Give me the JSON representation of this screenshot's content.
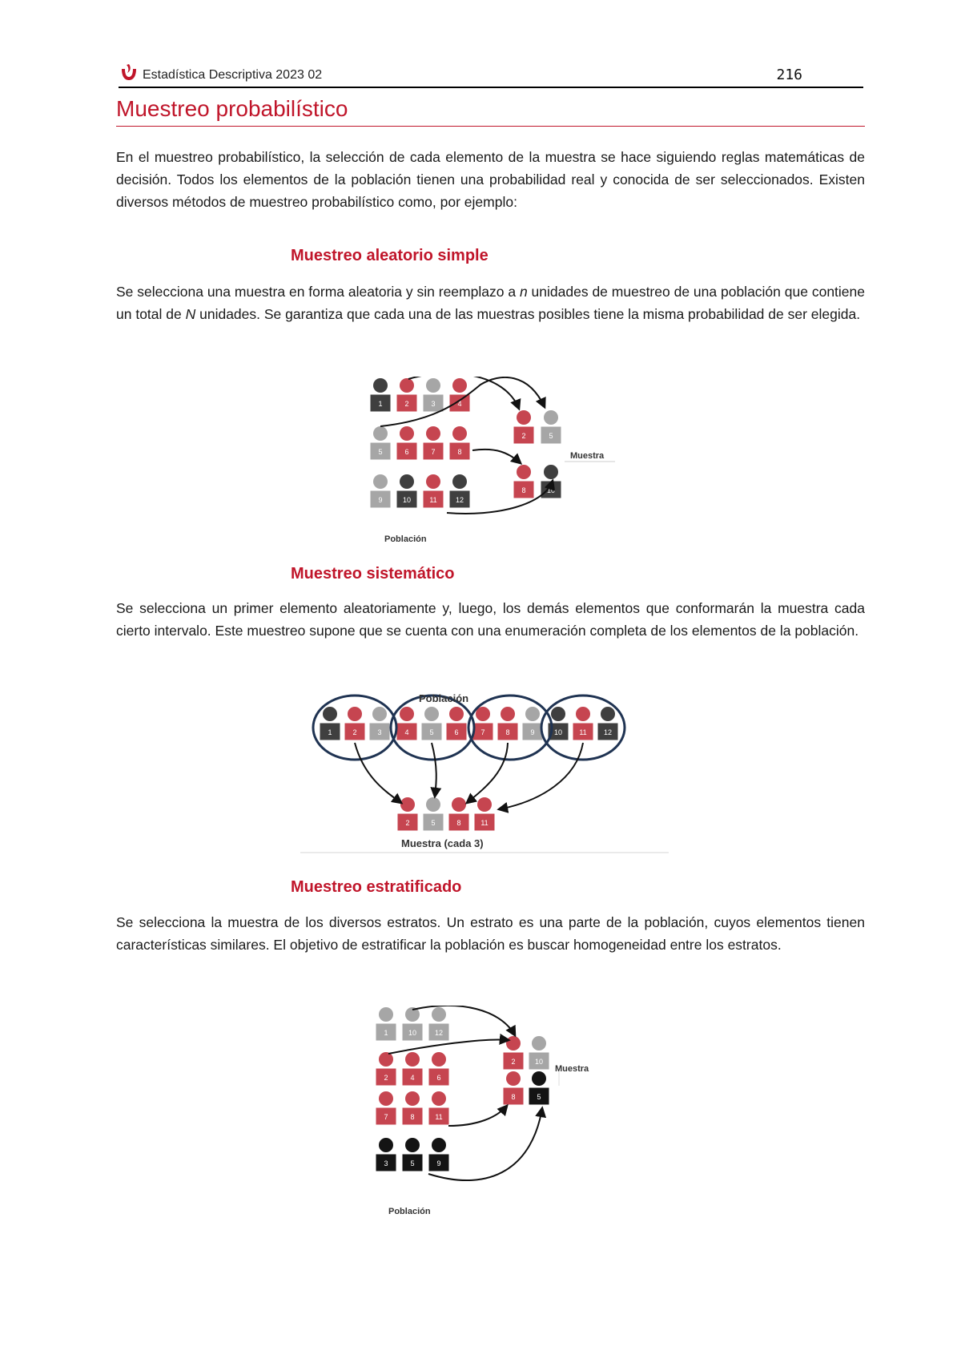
{
  "header": {
    "course": "Estadística Descriptiva 2023 02",
    "page_number": "216",
    "brand_color": "#c0152a"
  },
  "title": "Muestreo probabilístico",
  "intro": "En el muestreo probabilístico, la selección de cada elemento de la muestra se hace siguiendo reglas matemáticas de decisión. Todos los elementos de la población tienen una probabilidad real y conocida de ser seleccionados. Existen diversos métodos de muestreo probabilístico como, por ejemplo:",
  "sections": [
    {
      "heading": "Muestreo aleatorio simple",
      "text_parts": [
        "Se selecciona una muestra en forma aleatoria y sin reemplazo a ",
        "n",
        " unidades de muestreo de una población que contiene un total de ",
        "N",
        " unidades. Se garantiza que cada una de las muestras posibles tiene la misma probabilidad de ser elegida."
      ],
      "figure": {
        "population_label": "Población",
        "sample_label": "Muestra",
        "population": [
          [
            {
              "n": "1",
              "c": "dark"
            },
            {
              "n": "2",
              "c": "red"
            },
            {
              "n": "3",
              "c": "gray"
            },
            {
              "n": "4",
              "c": "red"
            }
          ],
          [
            {
              "n": "5",
              "c": "gray"
            },
            {
              "n": "6",
              "c": "red"
            },
            {
              "n": "7",
              "c": "red"
            },
            {
              "n": "8",
              "c": "red"
            }
          ],
          [
            {
              "n": "9",
              "c": "gray"
            },
            {
              "n": "10",
              "c": "dark"
            },
            {
              "n": "11",
              "c": "red"
            },
            {
              "n": "12",
              "c": "dark"
            }
          ]
        ],
        "sample": [
          [
            {
              "n": "2",
              "c": "red"
            },
            {
              "n": "5",
              "c": "gray"
            }
          ],
          [
            {
              "n": "8",
              "c": "red"
            },
            {
              "n": "10",
              "c": "dark"
            }
          ]
        ]
      }
    },
    {
      "heading": "Muestreo sistemático",
      "text": "Se selecciona un primer elemento aleatoriamente y, luego, los demás elementos que conformarán la muestra cada cierto intervalo. Este muestreo supone que se cuenta con una enumeración completa de los elementos de la población.",
      "figure": {
        "population_label": "Población",
        "sample_label": "Muestra (cada 3)",
        "population": [
          {
            "n": "1",
            "c": "dark"
          },
          {
            "n": "2",
            "c": "red"
          },
          {
            "n": "3",
            "c": "gray"
          },
          {
            "n": "4",
            "c": "red"
          },
          {
            "n": "5",
            "c": "gray"
          },
          {
            "n": "6",
            "c": "red"
          },
          {
            "n": "7",
            "c": "red"
          },
          {
            "n": "8",
            "c": "red"
          },
          {
            "n": "9",
            "c": "gray"
          },
          {
            "n": "10",
            "c": "dark"
          },
          {
            "n": "11",
            "c": "red"
          },
          {
            "n": "12",
            "c": "dark"
          }
        ],
        "sample": [
          {
            "n": "2",
            "c": "red"
          },
          {
            "n": "5",
            "c": "gray"
          },
          {
            "n": "8",
            "c": "red"
          },
          {
            "n": "11",
            "c": "red"
          }
        ]
      }
    },
    {
      "heading": "Muestreo estratificado",
      "text": "Se selecciona la muestra de los diversos estratos. Un estrato es una parte de la población, cuyos elementos tienen características similares. El objetivo de estratificar la población es buscar homogeneidad entre los estratos.",
      "figure": {
        "population_label": "Población",
        "sample_label": "Muestra",
        "population": [
          [
            {
              "n": "1",
              "c": "gray"
            },
            {
              "n": "10",
              "c": "gray"
            },
            {
              "n": "12",
              "c": "gray"
            }
          ],
          [
            {
              "n": "2",
              "c": "red"
            },
            {
              "n": "4",
              "c": "red"
            },
            {
              "n": "6",
              "c": "red"
            }
          ],
          [
            {
              "n": "7",
              "c": "red"
            },
            {
              "n": "8",
              "c": "red"
            },
            {
              "n": "11",
              "c": "red"
            }
          ],
          [
            {
              "n": "3",
              "c": "black"
            },
            {
              "n": "5",
              "c": "black"
            },
            {
              "n": "9",
              "c": "black"
            }
          ]
        ],
        "sample": [
          [
            {
              "n": "2",
              "c": "red"
            },
            {
              "n": "10",
              "c": "gray"
            }
          ],
          [
            {
              "n": "8",
              "c": "red"
            },
            {
              "n": "5",
              "c": "black"
            }
          ]
        ]
      }
    }
  ],
  "palette": {
    "red": "#c64550",
    "gray": "#a6a6a6",
    "dark": "#3f3f3f",
    "black": "#141414",
    "ring": "#1f3352"
  }
}
